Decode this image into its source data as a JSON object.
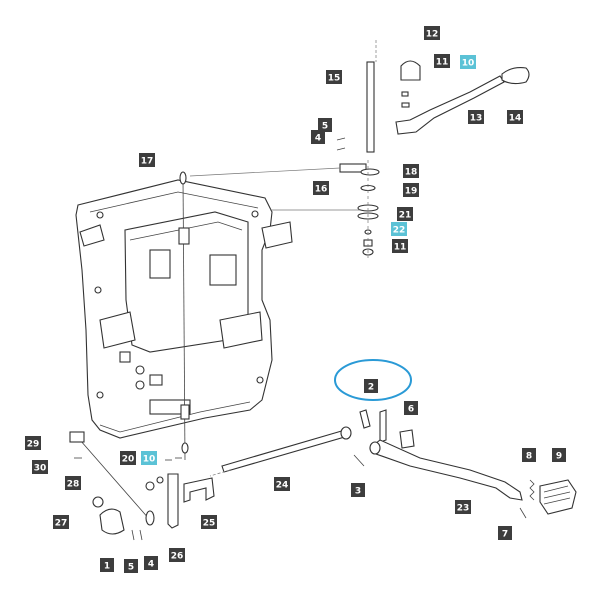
{
  "diagram": {
    "callouts": [
      {
        "id": "c1",
        "label": "1",
        "accent": false
      },
      {
        "id": "c2",
        "label": "2",
        "accent": false
      },
      {
        "id": "c3",
        "label": "3",
        "accent": false
      },
      {
        "id": "c4a",
        "label": "4",
        "accent": false
      },
      {
        "id": "c4b",
        "label": "4",
        "accent": false
      },
      {
        "id": "c5a",
        "label": "5",
        "accent": false
      },
      {
        "id": "c5b",
        "label": "5",
        "accent": false
      },
      {
        "id": "c6",
        "label": "6",
        "accent": false
      },
      {
        "id": "c7",
        "label": "7",
        "accent": false
      },
      {
        "id": "c8",
        "label": "8",
        "accent": false
      },
      {
        "id": "c9",
        "label": "9",
        "accent": false
      },
      {
        "id": "c10a",
        "label": "10",
        "accent": true
      },
      {
        "id": "c10b",
        "label": "10",
        "accent": true
      },
      {
        "id": "c11a",
        "label": "11",
        "accent": false
      },
      {
        "id": "c11b",
        "label": "11",
        "accent": false
      },
      {
        "id": "c12",
        "label": "12",
        "accent": false
      },
      {
        "id": "c13",
        "label": "13",
        "accent": false
      },
      {
        "id": "c14",
        "label": "14",
        "accent": false
      },
      {
        "id": "c15",
        "label": "15",
        "accent": false
      },
      {
        "id": "c16",
        "label": "16",
        "accent": false
      },
      {
        "id": "c17",
        "label": "17",
        "accent": false
      },
      {
        "id": "c18",
        "label": "18",
        "accent": false
      },
      {
        "id": "c19",
        "label": "19",
        "accent": false
      },
      {
        "id": "c20",
        "label": "20",
        "accent": false
      },
      {
        "id": "c21",
        "label": "21",
        "accent": false
      },
      {
        "id": "c22",
        "label": "22",
        "accent": true
      },
      {
        "id": "c23",
        "label": "23",
        "accent": false
      },
      {
        "id": "c24",
        "label": "24",
        "accent": false
      },
      {
        "id": "c25",
        "label": "25",
        "accent": false
      },
      {
        "id": "c26",
        "label": "26",
        "accent": false
      },
      {
        "id": "c27",
        "label": "27",
        "accent": false
      },
      {
        "id": "c28",
        "label": "28",
        "accent": false
      },
      {
        "id": "c29",
        "label": "29",
        "accent": false
      },
      {
        "id": "c30",
        "label": "30",
        "accent": false
      }
    ],
    "colors": {
      "label_bg": "#3d3d3d",
      "accent_bg": "#5bc2d6",
      "label_text": "#ffffff",
      "line": "#444444",
      "highlight_ring": "#2a9ad6"
    }
  }
}
